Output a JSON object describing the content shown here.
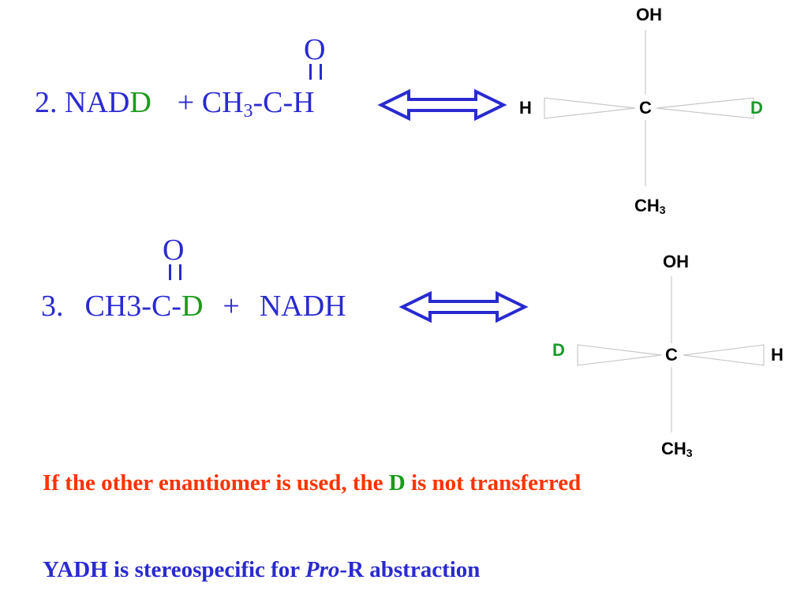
{
  "reaction2": {
    "number": "2.",
    "reagent_prefix": "NAD",
    "reagent_d": "D",
    "plus": "+",
    "substrate_ch": "CH",
    "substrate_sub": "3",
    "substrate_rest": "-C-H",
    "carbonyl_o": "O"
  },
  "reaction3": {
    "number": "3.",
    "substrate_prefix": "CH3-C-",
    "substrate_d": "D",
    "plus": "+",
    "product": "NADH",
    "carbonyl_o": "O"
  },
  "structure1": {
    "top": "OH",
    "left": "H",
    "center": "C",
    "right": "D",
    "bottom_ch": "CH",
    "bottom_sub": "3"
  },
  "structure2": {
    "top": "OH",
    "left": "D",
    "center": "C",
    "right": "H",
    "bottom_ch": "CH",
    "bottom_sub": "3"
  },
  "notes": {
    "line1_part1": "If the other enantiomer is used, the ",
    "line1_d": "D",
    "line1_part2": " is not transferred",
    "line2_part1": "YADH is stereospecific for ",
    "line2_italic": "Pro",
    "line2_part2": "-R abstraction"
  },
  "colors": {
    "blue": "#2a2ad0",
    "green": "#1a9a1a",
    "red": "#ff3300",
    "black": "#000000"
  },
  "icons": {
    "equilibrium_arrow": "double-headed-arrow-icon",
    "wedge_bond": "wedge-bond-icon"
  }
}
